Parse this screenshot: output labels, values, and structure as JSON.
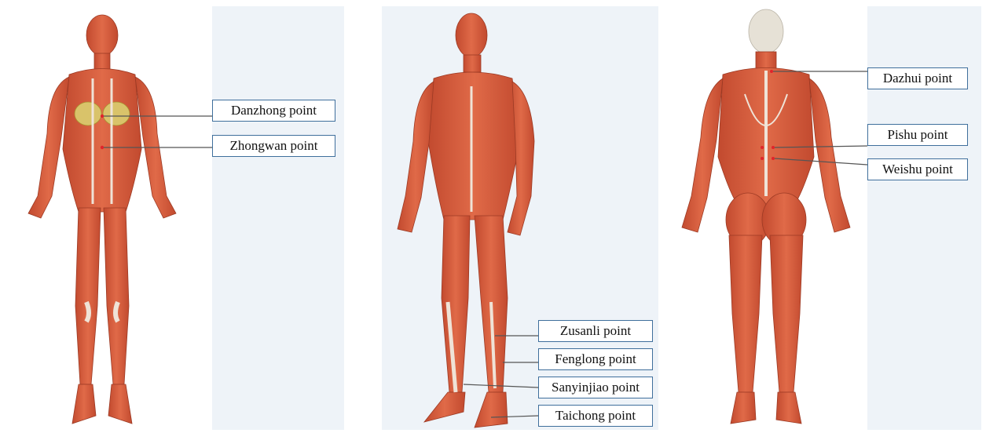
{
  "figures": [
    {
      "view": "front-female",
      "labels": [
        "Danzhong point",
        "Zhongwan point"
      ]
    },
    {
      "view": "front-male-oblique",
      "labels": [
        "Zusanli point",
        "Fenglong point",
        "Sanyinjiao point",
        "Taichong point"
      ]
    },
    {
      "view": "back",
      "labels": [
        "Dazhui point",
        "Pishu point",
        "Weishu point"
      ]
    }
  ],
  "colors": {
    "muscle": "#d8593a",
    "muscle_dark": "#b9442b",
    "tendon": "#efe3d7",
    "label_border": "#3f6f9c",
    "leader_line": "#555555",
    "point": "#e0242b",
    "panel_bg": "#eef3f8"
  }
}
